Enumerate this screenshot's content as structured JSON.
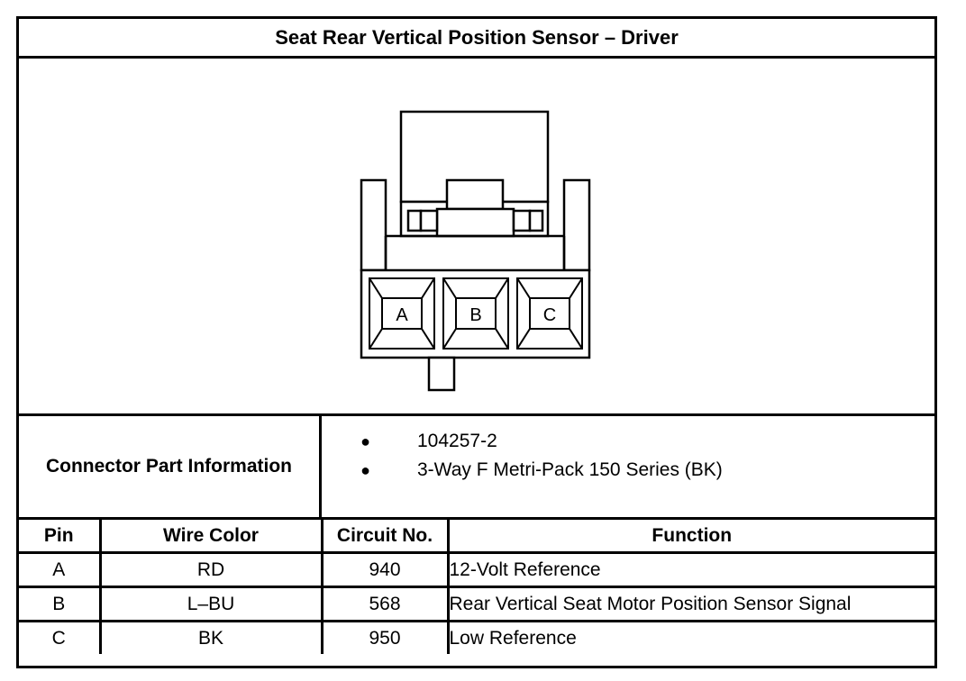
{
  "title": "Seat Rear Vertical Position Sensor – Driver",
  "connector": {
    "pin_labels": [
      "A",
      "B",
      "C"
    ]
  },
  "connector_info": {
    "label": "Connector Part Information",
    "items": [
      "104257-2",
      "3-Way F Metri-Pack 150 Series (BK)"
    ]
  },
  "pin_table": {
    "headers": [
      "Pin",
      "Wire Color",
      "Circuit No.",
      "Function"
    ],
    "rows": [
      {
        "pin": "A",
        "wire_color": "RD",
        "circuit": "940",
        "function": "12-Volt Reference"
      },
      {
        "pin": "B",
        "wire_color": "L–BU",
        "circuit": "568",
        "function": "Rear Vertical Seat Motor Position Sensor Signal"
      },
      {
        "pin": "C",
        "wire_color": "BK",
        "circuit": "950",
        "function": "Low Reference"
      }
    ]
  }
}
